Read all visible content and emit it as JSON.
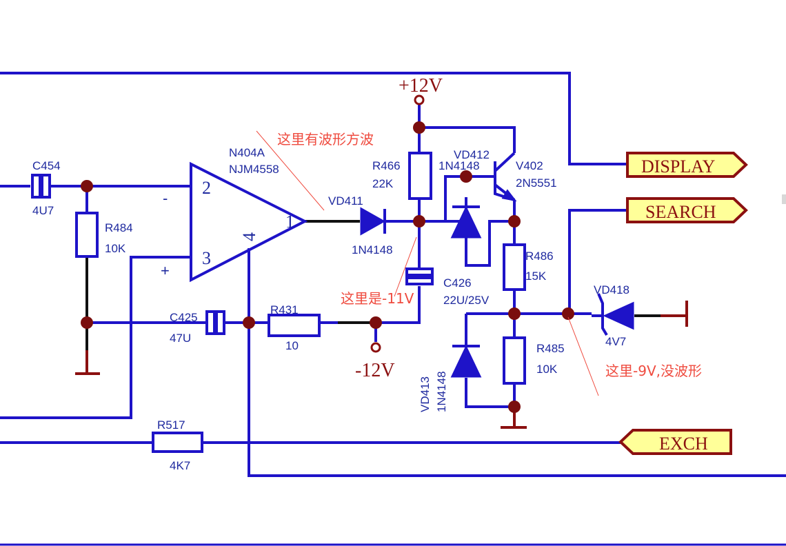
{
  "opamp": {
    "ref": "N404A",
    "part": "NJM4558",
    "pin_inv": "2",
    "pin_noninv": "3",
    "pin_out": "1",
    "pin_supply": "4",
    "minus_sign": "-",
    "plus_sign": "+"
  },
  "components": {
    "c454": {
      "ref": "C454",
      "value": "4U7"
    },
    "r484": {
      "ref": "R484",
      "value": "10K"
    },
    "c425": {
      "ref": "C425",
      "value": "47U"
    },
    "r431": {
      "ref": "R431",
      "value": "10"
    },
    "r517": {
      "ref": "R517",
      "value": "4K7"
    },
    "vd411": {
      "ref": "VD411",
      "value": "1N4148"
    },
    "r466": {
      "ref": "R466",
      "value": "22K"
    },
    "vd412": {
      "ref": "VD412",
      "value": "1N4148"
    },
    "v402": {
      "ref": "V402",
      "value": "2N5551"
    },
    "c426": {
      "ref": "C426",
      "value": "22U/25V"
    },
    "r486": {
      "ref": "R486",
      "value": "15K"
    },
    "r485": {
      "ref": "R485",
      "value": "10K"
    },
    "vd413": {
      "ref": "VD413",
      "value": "1N4148"
    },
    "vd418": {
      "ref": "VD418",
      "value": "4V7"
    }
  },
  "power": {
    "pos": "+12V",
    "neg": "-12V"
  },
  "ports": {
    "display": "DISPLAY",
    "search": "SEARCH",
    "exch": "EXCH"
  },
  "notes": {
    "waveform": "这里有波形方波",
    "minus11": "这里是-11V",
    "minus9": "这里-9V,没波形"
  },
  "colors": {
    "wire": "#1e13c8",
    "junction": "#7a0e0e",
    "power": "#8b1010",
    "annotation": "#ef4b3f",
    "port_fill": "#ffff99"
  }
}
